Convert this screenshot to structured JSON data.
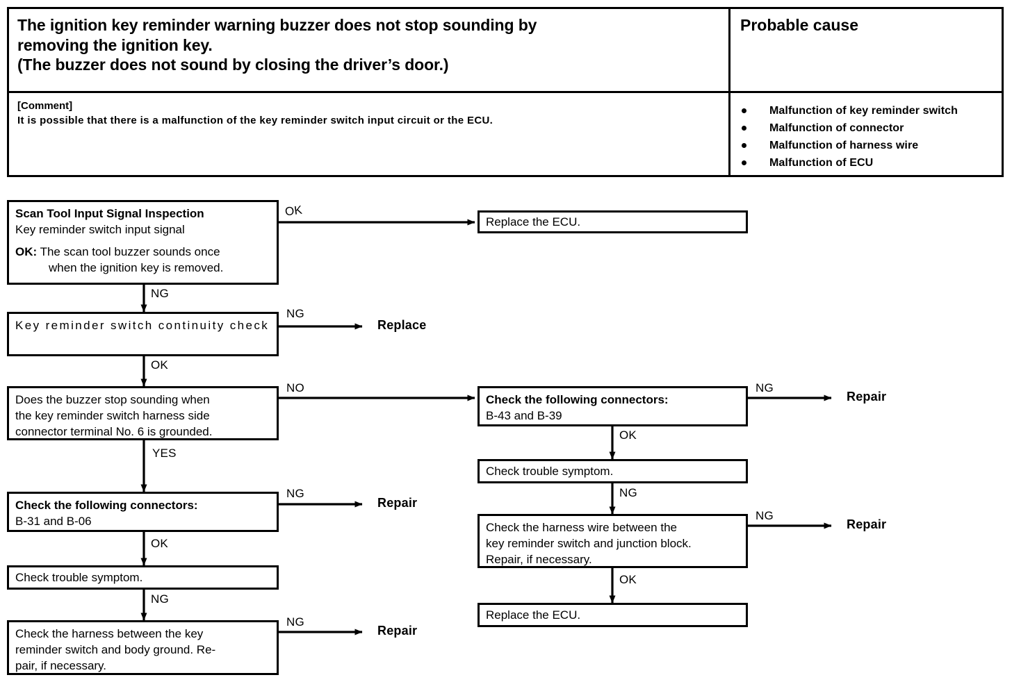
{
  "symptom_table": {
    "title_lines": [
      "The ignition key reminder warning buzzer does not stop sounding by",
      "removing the ignition key.",
      "(The buzzer does not sound by closing the driver’s door.)"
    ],
    "probable_cause_header": "Probable cause",
    "comment_label": "[Comment]",
    "comment_text": "It is possible that there is a malfunction of the key reminder switch input circuit or the ECU.",
    "probable_causes": [
      "Malfunction of key reminder switch",
      "Malfunction of  connector",
      "Malfunction of  harness wire",
      "Malfunction of  ECU"
    ]
  },
  "flowchart": {
    "nodes": {
      "scan_tool": {
        "heading": "Scan Tool Input Signal Inspection",
        "subtitle": "Key reminder switch input signal",
        "ok_label": "OK:",
        "ok_line1": "The scan tool buzzer sounds once",
        "ok_line2": "when the ignition key is removed."
      },
      "replace_ecu_top": "Replace the ECU.",
      "continuity_check": "Key reminder switch continuity check",
      "buzzer_question_line1": "Does the buzzer stop sounding when",
      "buzzer_question_line2": "the key reminder switch harness side",
      "buzzer_question_line3": "connector terminal No. 6 is grounded.",
      "connectors_left_head": "Check  the  following  connectors:",
      "connectors_left_ids": "B-31 and B-06",
      "trouble_symptom_left": "Check trouble symptom.",
      "harness_body_ground_line1": "Check  the  harness  between  the  key",
      "harness_body_ground_line2": "reminder switch and body ground. Re-",
      "harness_body_ground_line3": "pair, if necessary.",
      "connectors_right_head": "Check  the  following  connectors:",
      "connectors_right_ids": "B-43 and B-39",
      "trouble_symptom_right": "Check trouble symptom.",
      "harness_junction_line1": "Check  the  harness  wire  between  the",
      "harness_junction_line2": "key reminder switch and junction block.",
      "harness_junction_line3": "Repair, if necessary.",
      "replace_ecu_bottom": "Replace the ECU."
    },
    "terminals": {
      "replace": "Replace",
      "repair_left_connectors": "Repair",
      "repair_left_harness": "Repair",
      "repair_right_connectors": "Repair",
      "repair_right_harness": "Repair"
    },
    "edge_labels": {
      "scan_ok": "OK",
      "scan_ng": "NG",
      "continuity_ng": "NG",
      "continuity_ok": "OK",
      "buzzer_no": "NO",
      "buzzer_yes": "YES",
      "left_connectors_ng": "NG",
      "left_connectors_ok": "OK",
      "left_symptom_ng": "NG",
      "left_harness_ng": "NG",
      "right_connectors_ng": "NG",
      "right_connectors_ok": "OK",
      "right_symptom_ng": "NG",
      "right_harness_ng": "NG",
      "right_harness_ok": "OK"
    }
  }
}
